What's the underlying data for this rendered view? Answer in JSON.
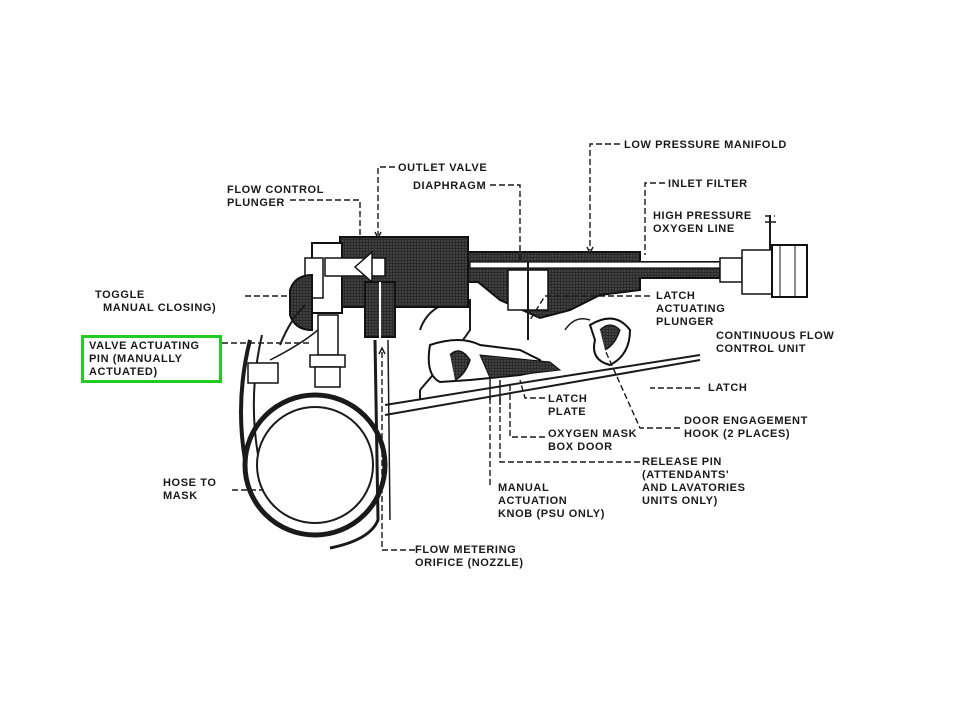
{
  "labels": {
    "outlet_valve": [
      "OUTLET VALVE"
    ],
    "low_pressure_manifold": [
      "LOW PRESSURE MANIFOLD"
    ],
    "flow_control_plunger": [
      "FLOW CONTROL",
      "PLUNGER"
    ],
    "diaphragm": [
      "DIAPHRAGM"
    ],
    "inlet_filter": [
      "INLET FILTER"
    ],
    "high_pressure_oxygen_line": [
      "HIGH PRESSURE",
      "OXYGEN LINE"
    ],
    "toggle": [
      "TOGGLE",
      "MANUAL CLOSING)"
    ],
    "latch_actuating_plunger": [
      "LATCH",
      "ACTUATING",
      "PLUNGER"
    ],
    "continuous_flow_control_unit": [
      "CONTINUOUS FLOW",
      "CONTROL UNIT"
    ],
    "valve_actuating_pin": [
      "VALVE ACTUATING",
      "PIN (MANUALLY",
      "ACTUATED)"
    ],
    "latch": [
      "LATCH"
    ],
    "latch_plate": [
      "LATCH",
      "PLATE"
    ],
    "door_engagement_hook": [
      "DOOR ENGAGEMENT",
      "HOOK (2 PLACES)"
    ],
    "oxygen_mask_box_door": [
      "OXYGEN MASK",
      "BOX DOOR"
    ],
    "release_pin": [
      "RELEASE PIN",
      "(ATTENDANTS'",
      "AND LAVATORIES",
      "UNITS ONLY)"
    ],
    "hose_to_mask": [
      "HOSE TO",
      "MASK"
    ],
    "manual_actuation_knob": [
      "MANUAL",
      "ACTUATION",
      "KNOB (PSU ONLY)"
    ],
    "flow_metering_orifice": [
      "FLOW METERING",
      "ORIFICE (NOZZLE)"
    ]
  },
  "colors": {
    "ink": "#1a1a1a",
    "highlight": "#22cc22",
    "background": "#ffffff"
  }
}
